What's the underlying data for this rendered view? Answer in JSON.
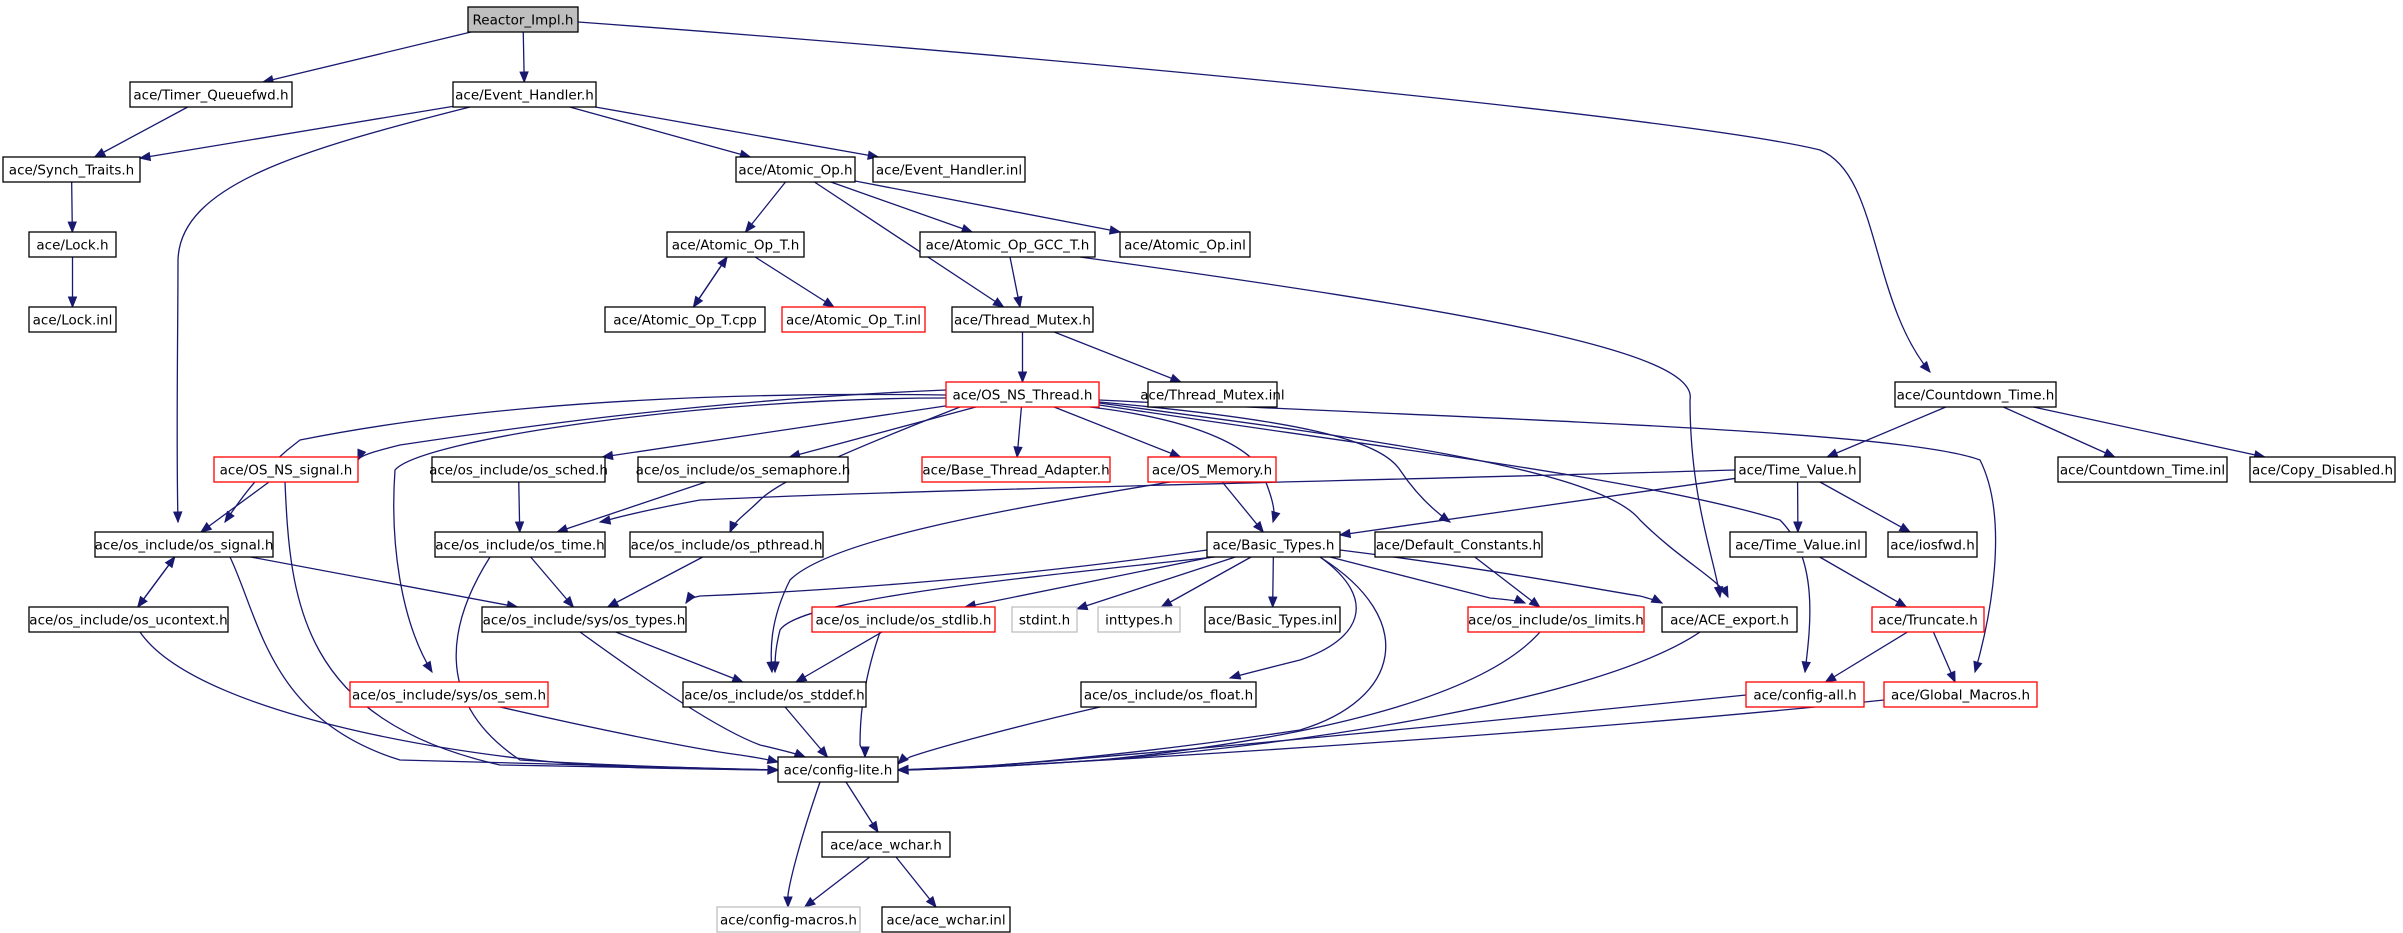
{
  "diagram": {
    "type": "include-dependency-graph",
    "colors": {
      "edge": "#191970",
      "normal_border": "#000000",
      "truncated_border": "#ff0000",
      "external_border": "#bfbfbf",
      "root_fill": "#bfbfbf",
      "node_fill": "#ffffff",
      "label": "#000000"
    },
    "nodes": [
      {
        "id": "reactor_impl",
        "label": "Reactor_Impl.h",
        "kind": "root"
      },
      {
        "id": "timer_queuefwd",
        "label": "ace/Timer_Queuefwd.h",
        "kind": "normal"
      },
      {
        "id": "event_handler",
        "label": "ace/Event_Handler.h",
        "kind": "normal"
      },
      {
        "id": "synch_traits",
        "label": "ace/Synch_Traits.h",
        "kind": "normal"
      },
      {
        "id": "atomic_op",
        "label": "ace/Atomic_Op.h",
        "kind": "normal"
      },
      {
        "id": "event_handler_inl",
        "label": "ace/Event_Handler.inl",
        "kind": "normal"
      },
      {
        "id": "lock_h",
        "label": "ace/Lock.h",
        "kind": "normal"
      },
      {
        "id": "lock_inl",
        "label": "ace/Lock.inl",
        "kind": "normal"
      },
      {
        "id": "atomic_op_t",
        "label": "ace/Atomic_Op_T.h",
        "kind": "normal"
      },
      {
        "id": "atomic_op_gcc_t",
        "label": "ace/Atomic_Op_GCC_T.h",
        "kind": "normal"
      },
      {
        "id": "atomic_op_inl",
        "label": "ace/Atomic_Op.inl",
        "kind": "normal"
      },
      {
        "id": "atomic_op_t_cpp",
        "label": "ace/Atomic_Op_T.cpp",
        "kind": "normal"
      },
      {
        "id": "atomic_op_t_inl",
        "label": "ace/Atomic_Op_T.inl",
        "kind": "truncated"
      },
      {
        "id": "thread_mutex",
        "label": "ace/Thread_Mutex.h",
        "kind": "normal"
      },
      {
        "id": "os_ns_thread",
        "label": "ace/OS_NS_Thread.h",
        "kind": "truncated"
      },
      {
        "id": "thread_mutex_inl",
        "label": "ace/Thread_Mutex.inl",
        "kind": "normal"
      },
      {
        "id": "countdown_time",
        "label": "ace/Countdown_Time.h",
        "kind": "normal"
      },
      {
        "id": "os_ns_signal",
        "label": "ace/OS_NS_signal.h",
        "kind": "truncated"
      },
      {
        "id": "os_sched",
        "label": "ace/os_include/os_sched.h",
        "kind": "normal"
      },
      {
        "id": "os_semaphore",
        "label": "ace/os_include/os_semaphore.h",
        "kind": "normal"
      },
      {
        "id": "base_thread_adapter",
        "label": "ace/Base_Thread_Adapter.h",
        "kind": "truncated"
      },
      {
        "id": "os_memory",
        "label": "ace/OS_Memory.h",
        "kind": "truncated"
      },
      {
        "id": "time_value",
        "label": "ace/Time_Value.h",
        "kind": "normal"
      },
      {
        "id": "countdown_time_inl",
        "label": "ace/Countdown_Time.inl",
        "kind": "normal"
      },
      {
        "id": "copy_disabled",
        "label": "ace/Copy_Disabled.h",
        "kind": "normal"
      },
      {
        "id": "os_signal",
        "label": "ace/os_include/os_signal.h",
        "kind": "normal"
      },
      {
        "id": "os_time",
        "label": "ace/os_include/os_time.h",
        "kind": "normal"
      },
      {
        "id": "os_pthread",
        "label": "ace/os_include/os_pthread.h",
        "kind": "normal"
      },
      {
        "id": "basic_types",
        "label": "ace/Basic_Types.h",
        "kind": "normal"
      },
      {
        "id": "default_constants",
        "label": "ace/Default_Constants.h",
        "kind": "normal"
      },
      {
        "id": "time_value_inl",
        "label": "ace/Time_Value.inl",
        "kind": "normal"
      },
      {
        "id": "iosfwd",
        "label": "ace/iosfwd.h",
        "kind": "normal"
      },
      {
        "id": "os_ucontext",
        "label": "ace/os_include/os_ucontext.h",
        "kind": "normal"
      },
      {
        "id": "os_types",
        "label": "ace/os_include/sys/os_types.h",
        "kind": "normal"
      },
      {
        "id": "os_stdlib",
        "label": "ace/os_include/os_stdlib.h",
        "kind": "truncated"
      },
      {
        "id": "stdint",
        "label": "stdint.h",
        "kind": "external"
      },
      {
        "id": "inttypes",
        "label": "inttypes.h",
        "kind": "external"
      },
      {
        "id": "basic_types_inl",
        "label": "ace/Basic_Types.inl",
        "kind": "normal"
      },
      {
        "id": "os_limits",
        "label": "ace/os_include/os_limits.h",
        "kind": "truncated"
      },
      {
        "id": "ace_export",
        "label": "ace/ACE_export.h",
        "kind": "normal"
      },
      {
        "id": "truncate",
        "label": "ace/Truncate.h",
        "kind": "truncated"
      },
      {
        "id": "os_sem",
        "label": "ace/os_include/sys/os_sem.h",
        "kind": "truncated"
      },
      {
        "id": "os_stddef",
        "label": "ace/os_include/os_stddef.h",
        "kind": "normal"
      },
      {
        "id": "os_float",
        "label": "ace/os_include/os_float.h",
        "kind": "normal"
      },
      {
        "id": "config_all",
        "label": "ace/config-all.h",
        "kind": "truncated"
      },
      {
        "id": "global_macros",
        "label": "ace/Global_Macros.h",
        "kind": "truncated"
      },
      {
        "id": "config_lite",
        "label": "ace/config-lite.h",
        "kind": "normal"
      },
      {
        "id": "ace_wchar",
        "label": "ace/ace_wchar.h",
        "kind": "normal"
      },
      {
        "id": "config_macros",
        "label": "ace/config-macros.h",
        "kind": "external"
      },
      {
        "id": "ace_wchar_inl",
        "label": "ace/ace_wchar.inl",
        "kind": "normal"
      }
    ],
    "edges": [
      [
        "reactor_impl",
        "timer_queuefwd"
      ],
      [
        "reactor_impl",
        "event_handler"
      ],
      [
        "reactor_impl",
        "countdown_time"
      ],
      [
        "timer_queuefwd",
        "synch_traits"
      ],
      [
        "event_handler",
        "synch_traits"
      ],
      [
        "event_handler",
        "atomic_op"
      ],
      [
        "event_handler",
        "event_handler_inl"
      ],
      [
        "event_handler",
        "os_signal"
      ],
      [
        "synch_traits",
        "lock_h"
      ],
      [
        "lock_h",
        "lock_inl"
      ],
      [
        "atomic_op",
        "atomic_op_t"
      ],
      [
        "atomic_op",
        "atomic_op_gcc_t"
      ],
      [
        "atomic_op",
        "atomic_op_inl"
      ],
      [
        "atomic_op",
        "thread_mutex"
      ],
      [
        "atomic_op_t",
        "atomic_op_t_cpp"
      ],
      [
        "atomic_op_t_cpp",
        "atomic_op_t"
      ],
      [
        "atomic_op_t",
        "atomic_op_t_inl"
      ],
      [
        "atomic_op_gcc_t",
        "thread_mutex"
      ],
      [
        "atomic_op_gcc_t",
        "ace_export"
      ],
      [
        "thread_mutex",
        "os_ns_thread"
      ],
      [
        "thread_mutex",
        "thread_mutex_inl"
      ],
      [
        "os_ns_thread",
        "os_ns_signal"
      ],
      [
        "os_ns_thread",
        "os_sched"
      ],
      [
        "os_ns_thread",
        "os_semaphore"
      ],
      [
        "os_ns_thread",
        "base_thread_adapter"
      ],
      [
        "os_ns_thread",
        "os_memory"
      ],
      [
        "os_ns_thread",
        "os_pthread"
      ],
      [
        "os_ns_thread",
        "basic_types"
      ],
      [
        "os_ns_thread",
        "default_constants"
      ],
      [
        "os_ns_thread",
        "ace_export"
      ],
      [
        "os_ns_thread",
        "config_all"
      ],
      [
        "os_ns_thread",
        "global_macros"
      ],
      [
        "os_ns_thread",
        "os_sem"
      ],
      [
        "os_ns_thread",
        "os_signal"
      ],
      [
        "countdown_time",
        "time_value"
      ],
      [
        "countdown_time",
        "countdown_time_inl"
      ],
      [
        "countdown_time",
        "copy_disabled"
      ],
      [
        "os_ns_signal",
        "os_signal"
      ],
      [
        "os_ns_signal",
        "config_lite"
      ],
      [
        "os_sched",
        "os_time"
      ],
      [
        "os_semaphore",
        "os_time"
      ],
      [
        "os_memory",
        "basic_types"
      ],
      [
        "os_memory",
        "os_stddef"
      ],
      [
        "time_value",
        "os_time"
      ],
      [
        "time_value",
        "basic_types"
      ],
      [
        "time_value",
        "time_value_inl"
      ],
      [
        "time_value",
        "iosfwd"
      ],
      [
        "os_signal",
        "os_ucontext"
      ],
      [
        "os_ucontext",
        "os_signal"
      ],
      [
        "os_signal",
        "os_types"
      ],
      [
        "os_signal",
        "config_lite"
      ],
      [
        "os_time",
        "os_types"
      ],
      [
        "os_time",
        "config_lite"
      ],
      [
        "os_pthread",
        "os_types"
      ],
      [
        "basic_types",
        "os_types"
      ],
      [
        "basic_types",
        "os_stdlib"
      ],
      [
        "basic_types",
        "stdint"
      ],
      [
        "basic_types",
        "inttypes"
      ],
      [
        "basic_types",
        "basic_types_inl"
      ],
      [
        "basic_types",
        "os_limits"
      ],
      [
        "basic_types",
        "ace_export"
      ],
      [
        "basic_types",
        "os_stddef"
      ],
      [
        "basic_types",
        "os_float"
      ],
      [
        "basic_types",
        "config_lite"
      ],
      [
        "default_constants",
        "os_limits"
      ],
      [
        "time_value_inl",
        "truncate"
      ],
      [
        "truncate",
        "config_all"
      ],
      [
        "truncate",
        "global_macros"
      ],
      [
        "os_ucontext",
        "config_lite"
      ],
      [
        "os_types",
        "os_stddef"
      ],
      [
        "os_types",
        "config_lite"
      ],
      [
        "os_stdlib",
        "os_stddef"
      ],
      [
        "os_stdlib",
        "config_lite"
      ],
      [
        "os_limits",
        "config_lite"
      ],
      [
        "ace_export",
        "config_lite"
      ],
      [
        "os_sem",
        "config_lite"
      ],
      [
        "os_stddef",
        "config_lite"
      ],
      [
        "os_float",
        "config_lite"
      ],
      [
        "config_all",
        "config_lite"
      ],
      [
        "global_macros",
        "config_lite"
      ],
      [
        "config_lite",
        "ace_wchar"
      ],
      [
        "config_lite",
        "config_macros"
      ],
      [
        "ace_wchar",
        "config_macros"
      ],
      [
        "ace_wchar",
        "ace_wchar_inl"
      ]
    ]
  }
}
